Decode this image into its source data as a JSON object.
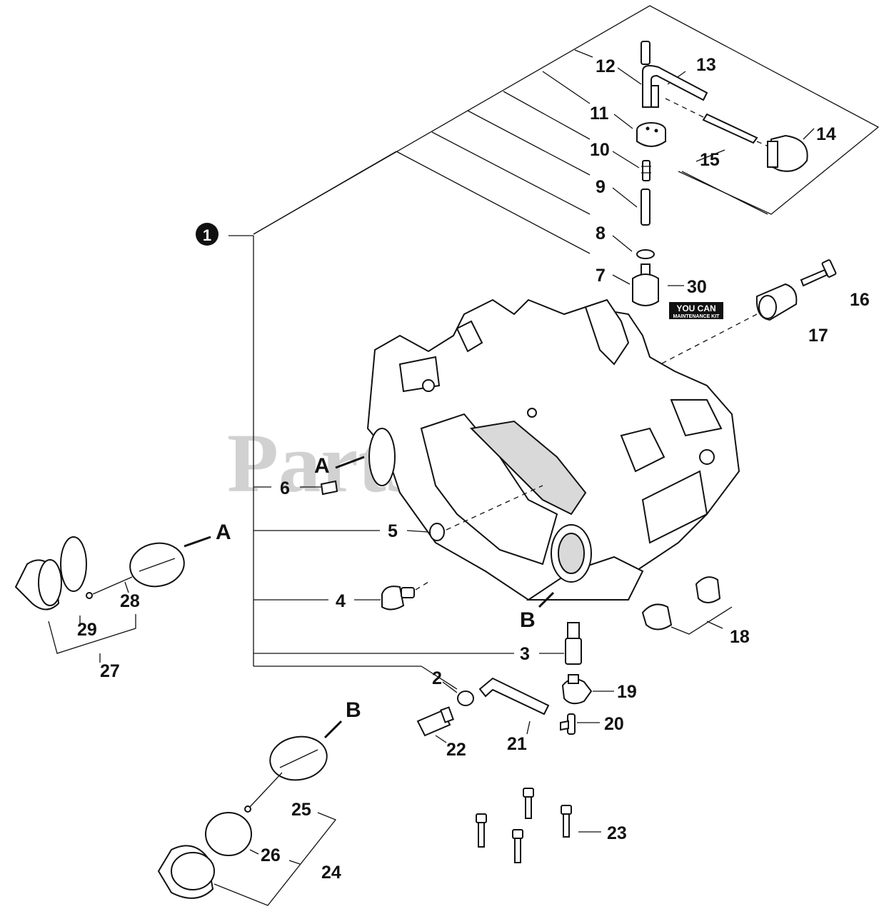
{
  "callouts": {
    "c1": "1",
    "c2": "2",
    "c3": "3",
    "c4": "4",
    "c5": "5",
    "c6": "6",
    "c7": "7",
    "c8": "8",
    "c9": "9",
    "c10": "10",
    "c11": "11",
    "c12": "12",
    "c13": "13",
    "c14": "14",
    "c15": "15",
    "c16": "16",
    "c17": "17",
    "c18": "18",
    "c19": "19",
    "c20": "20",
    "c21": "21",
    "c22": "22",
    "c23": "23",
    "c24": "24",
    "c25": "25",
    "c26": "26",
    "c27": "27",
    "c28": "28",
    "c29": "29",
    "c30": "30"
  },
  "markers": {
    "a_housing": "A",
    "a_cap": "A",
    "b_housing": "B",
    "b_cap": "B"
  },
  "badge": {
    "line1": "YOU CAN",
    "line2": "MAINTENANCE KIT"
  },
  "watermark": "PartsTree",
  "colors": {
    "ink": "#111111",
    "watermark": "#bdbdbd"
  }
}
